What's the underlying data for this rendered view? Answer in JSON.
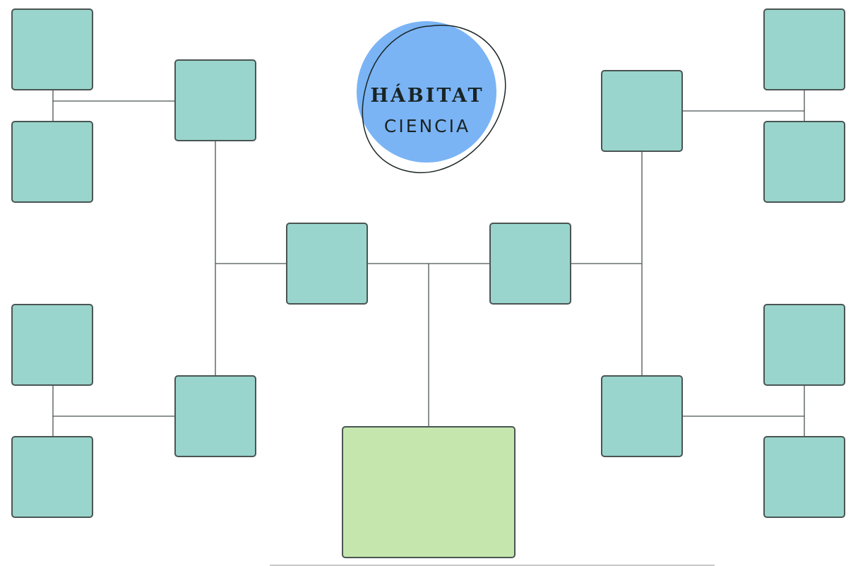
{
  "brand": {
    "title": "HÁBITAT",
    "subtitle": "CIENCIA",
    "circle_color": "#7ab4f5",
    "box_color": "#99d5cc",
    "root_box_color": "#c5e7ad",
    "line_color": "#4a5553"
  },
  "diagram": {
    "type": "tree-organizer",
    "nodes": [
      {
        "id": "root",
        "label": "",
        "kind": "root"
      },
      {
        "id": "center-left",
        "label": "",
        "kind": "branch"
      },
      {
        "id": "center-right",
        "label": "",
        "kind": "branch"
      },
      {
        "id": "left-top",
        "label": "",
        "kind": "branch"
      },
      {
        "id": "left-bottom",
        "label": "",
        "kind": "branch"
      },
      {
        "id": "right-top",
        "label": "",
        "kind": "branch"
      },
      {
        "id": "right-bottom",
        "label": "",
        "kind": "branch"
      },
      {
        "id": "leaf-lt-1",
        "label": "",
        "kind": "leaf"
      },
      {
        "id": "leaf-lt-2",
        "label": "",
        "kind": "leaf"
      },
      {
        "id": "leaf-lb-1",
        "label": "",
        "kind": "leaf"
      },
      {
        "id": "leaf-lb-2",
        "label": "",
        "kind": "leaf"
      },
      {
        "id": "leaf-rt-1",
        "label": "",
        "kind": "leaf"
      },
      {
        "id": "leaf-rt-2",
        "label": "",
        "kind": "leaf"
      },
      {
        "id": "leaf-rb-1",
        "label": "",
        "kind": "leaf"
      },
      {
        "id": "leaf-rb-2",
        "label": "",
        "kind": "leaf"
      }
    ],
    "edges": [
      [
        "root",
        "center-left"
      ],
      [
        "root",
        "center-right"
      ],
      [
        "center-left",
        "left-top"
      ],
      [
        "center-left",
        "left-bottom"
      ],
      [
        "center-right",
        "right-top"
      ],
      [
        "center-right",
        "right-bottom"
      ],
      [
        "left-top",
        "leaf-lt-1"
      ],
      [
        "left-top",
        "leaf-lt-2"
      ],
      [
        "left-bottom",
        "leaf-lb-1"
      ],
      [
        "left-bottom",
        "leaf-lb-2"
      ],
      [
        "right-top",
        "leaf-rt-1"
      ],
      [
        "right-top",
        "leaf-rt-2"
      ],
      [
        "right-bottom",
        "leaf-rb-1"
      ],
      [
        "right-bottom",
        "leaf-rb-2"
      ]
    ]
  }
}
